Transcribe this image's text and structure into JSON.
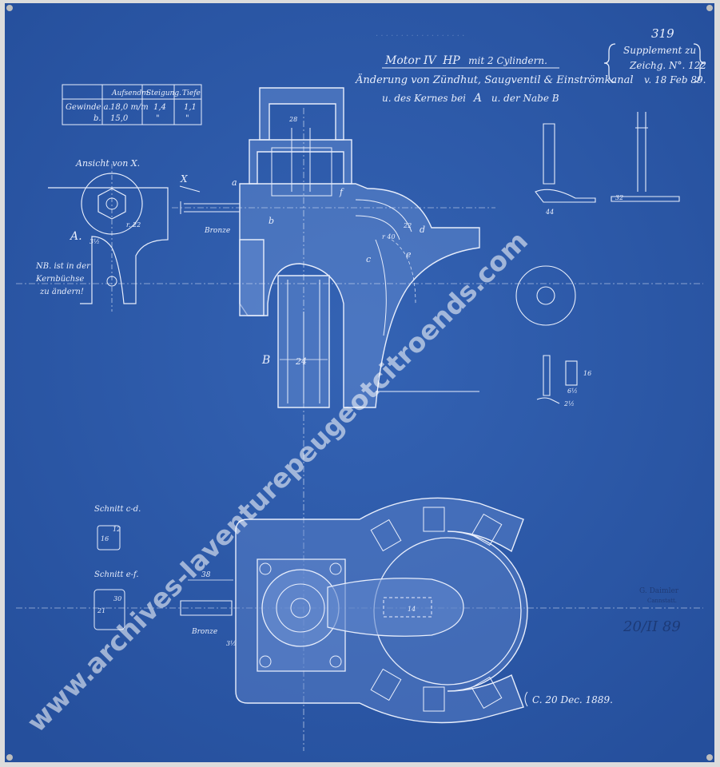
{
  "sheet_number": "319",
  "supplement": {
    "line1": "Supplement zu",
    "line2": "Zeichg. N°. 122",
    "line3": "v. 18 Feb 89."
  },
  "title": {
    "line1_part1": "Motor IV",
    "line1_hp": "HP",
    "line1_part2": "mit 2 Cylindern.",
    "line2": "Änderung von Zündhut, Saugventil & Einströmkanal",
    "line3_part1": "u. des Kernes bei",
    "line3_a": "A",
    "line3_part2": "u. der Nabe B"
  },
  "thread_table": {
    "headers": [
      "Aufsendm.",
      "Steigung.",
      "Tiefe"
    ],
    "rows": [
      {
        "label": "Gewinde a.",
        "diameter": "18,0 m/m",
        "pitch": "1,4",
        "depth": "1,1"
      },
      {
        "label": "b.",
        "diameter": "15,0",
        "pitch": "\"",
        "depth": "\""
      }
    ]
  },
  "ansicht": {
    "title": "Ansicht von X.",
    "label_A": "A.",
    "note_line1": "NB. ist in der",
    "note_line2": "Kernbüchse",
    "note_line3": "zu ändern!",
    "dim_r": "r. 22",
    "dim_3": "3½"
  },
  "labels": {
    "x": "X",
    "a": "a",
    "b": "b",
    "c": "c",
    "d": "d",
    "e": "e",
    "f": "f",
    "B": "B",
    "dim_24": "24",
    "dim_28": "28",
    "dim_22": "22",
    "dim_r40": "r 40",
    "dim_38": "38",
    "dim_14": "14",
    "bronze1": "Bronze",
    "bronze2": "Bronze",
    "dim_3half": "3½"
  },
  "sections": {
    "cd_title": "Schnitt c-d.",
    "cd_dim1": "16",
    "cd_dim2": "12",
    "ef_title": "Schnitt e-f.",
    "ef_dim1": "21",
    "ef_dim2": "30"
  },
  "right_details": {
    "dim_44": "44",
    "dim_32": "32",
    "dim_16": "16",
    "dim_6half": "6½",
    "dim_2half": "2½"
  },
  "date": "C. 20 Dec. 1889.",
  "stamp": {
    "line1": "G. Daimler",
    "line2": "Cannstatt.",
    "handwritten": "20/II 89"
  },
  "watermark": "www.archives-laventurepeugeotcitroends.com",
  "colors": {
    "paper": "#2f5aa8",
    "paper_dark": "#1f4590",
    "line": "#dfe8fb"
  }
}
